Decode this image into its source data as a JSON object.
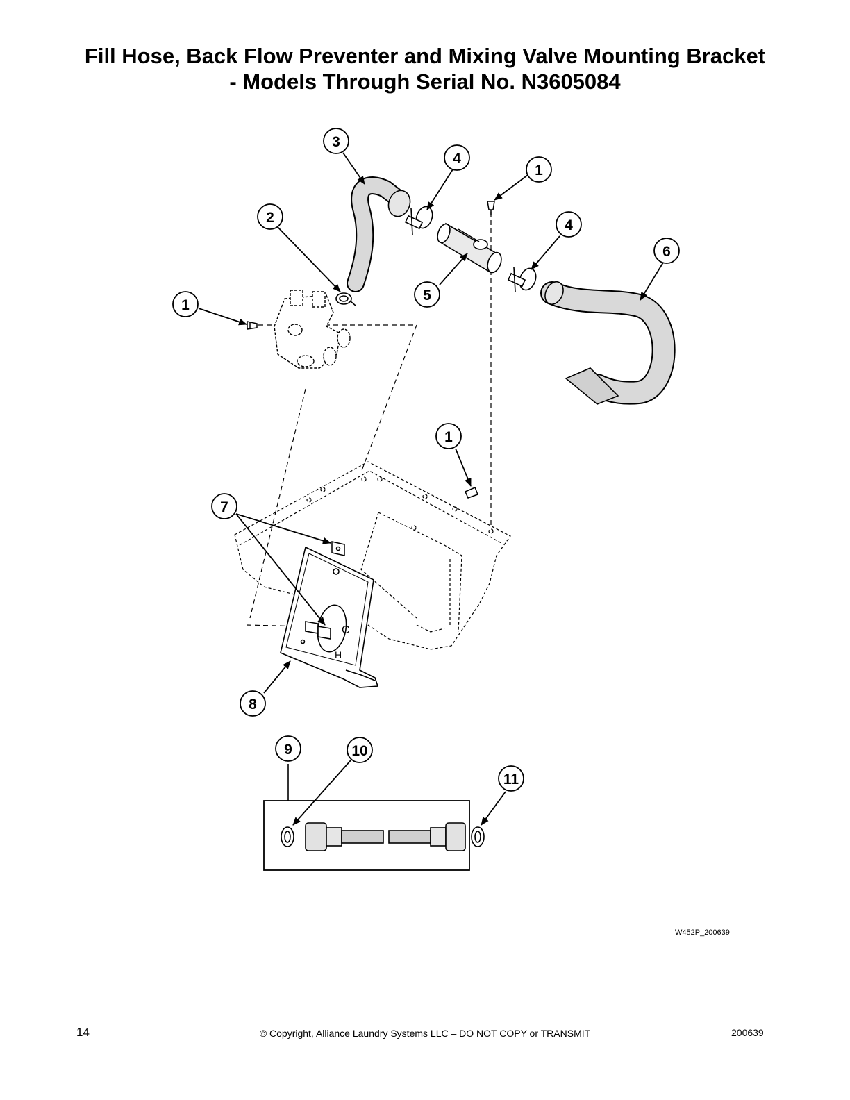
{
  "title": {
    "line1": "Fill Hose, Back Flow Preventer and Mixing Valve Mounting Bracket",
    "line2": "- Models Through Serial No. N3605084"
  },
  "callouts": [
    "3",
    "4",
    "1",
    "2",
    "4",
    "6",
    "1",
    "5",
    "1",
    "7",
    "8",
    "9",
    "10",
    "11"
  ],
  "figure_code": "W452P_200639",
  "footer": {
    "page_number": "14",
    "copyright": "© Copyright, Alliance Laundry Systems LLC – DO NOT COPY or TRANSMIT",
    "doc_number": "200639"
  }
}
